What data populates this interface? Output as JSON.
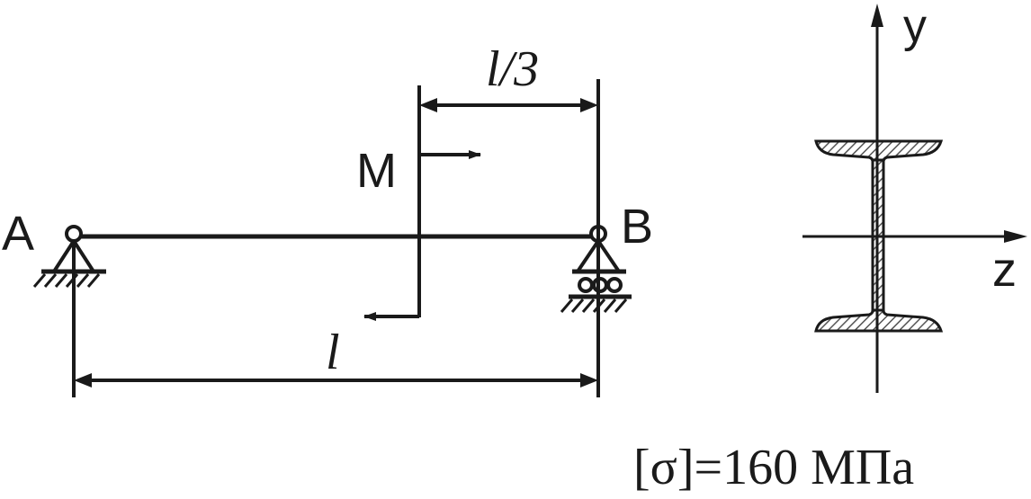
{
  "labels": {
    "support_a": "A",
    "support_b": "B",
    "moment": "M",
    "span_total": "l",
    "span_part": "l/3",
    "axis_y": "y",
    "axis_z": "z",
    "allowable_stress": "[σ]=160 МПа"
  },
  "colors": {
    "ink": "#1a1a1a",
    "hatch": "#6e6e6e",
    "background": "#ffffff"
  }
}
